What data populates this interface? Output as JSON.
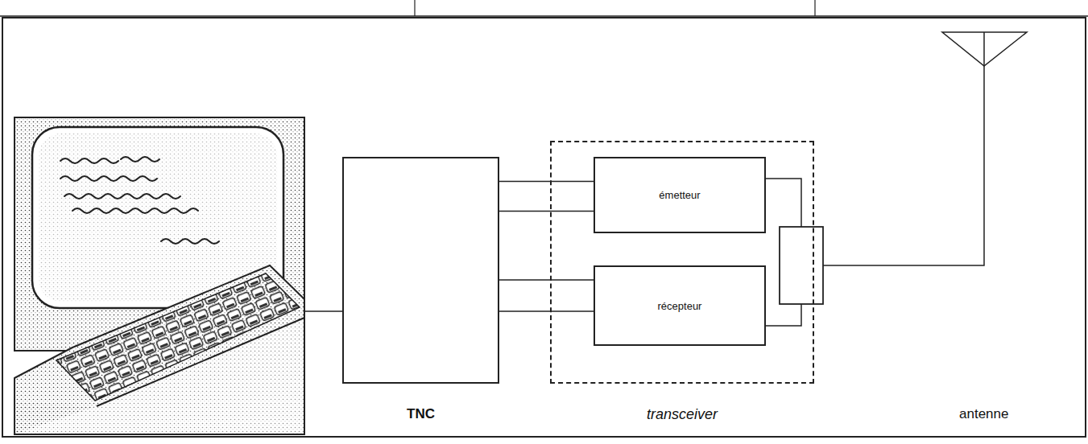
{
  "diagram": {
    "nodes": [
      {
        "text": [
          "TNC"
        ]
      },
      {
        "text": [
          "transceiver"
        ]
      },
      {
        "text": [
          "émetteur"
        ],
        "in": 1
      },
      {
        "text": [
          "récepteur"
        ],
        "in": 1
      }
    ],
    "edges": [
      {
        "from": 0,
        "to": 2,
        "arrow": "none"
      },
      {
        "from": 0,
        "to": 2,
        "arrow": "none"
      },
      {
        "from": 0,
        "to": 3,
        "arrow": "none"
      },
      {
        "from": 0,
        "to": 3,
        "arrow": "none"
      }
    ],
    "labels": [
      "antenne"
    ]
  }
}
